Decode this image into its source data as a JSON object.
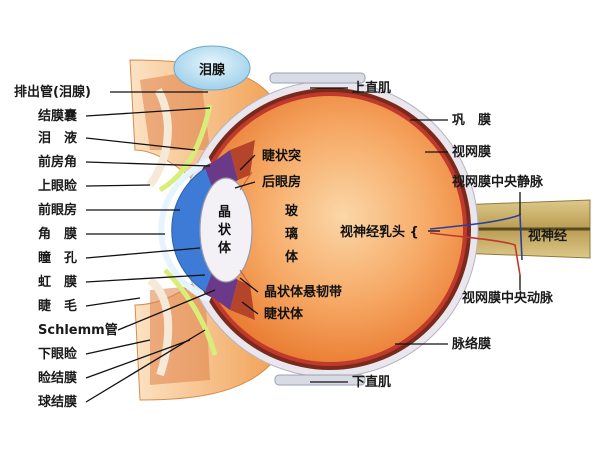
{
  "diagram": {
    "left_labels": [
      {
        "text": "排出管(泪腺)"
      },
      {
        "text": "结膜囊"
      },
      {
        "text": "泪　液"
      },
      {
        "text": "前房角"
      },
      {
        "text": "上眼睑"
      },
      {
        "text": "前眼房"
      },
      {
        "text": "角　膜"
      },
      {
        "text": "瞳　孔"
      },
      {
        "text": "虹　膜"
      },
      {
        "text": "睫　毛"
      },
      {
        "text": "Schlemm管"
      },
      {
        "text": "下眼睑"
      },
      {
        "text": "睑结膜"
      },
      {
        "text": "球结膜"
      }
    ],
    "right_labels": [
      {
        "text": "上直肌"
      },
      {
        "text": "巩　膜"
      },
      {
        "text": "视网膜"
      },
      {
        "text": "视网膜中央静脉"
      },
      {
        "text": "视神经"
      },
      {
        "text": "视网膜中央动脉"
      },
      {
        "text": "脉络膜"
      },
      {
        "text": "下直肌"
      }
    ],
    "inner_labels": {
      "lacrimal_gland": "泪腺",
      "ciliary_process": "睫状突",
      "posterior_chamber": "后眼房",
      "lens": [
        "晶",
        "状",
        "体"
      ],
      "vitreous": [
        "玻",
        "璃",
        "体"
      ],
      "optic_disc": "视神经乳头 {",
      "zonule": "晶状体悬韧带",
      "ciliary_body": "睫状体"
    },
    "colors": {
      "eyeball": "#f08a3a",
      "sclera": "#e9e6ee",
      "choroid": "#7a2a1c",
      "retina": "#c0392b",
      "lens": "#f4f1f6",
      "cornea_chamber": "#3e7bd6",
      "lid": "#f2a45a",
      "nerve": "#c9b26a",
      "gland": "#bfe3f5"
    }
  }
}
